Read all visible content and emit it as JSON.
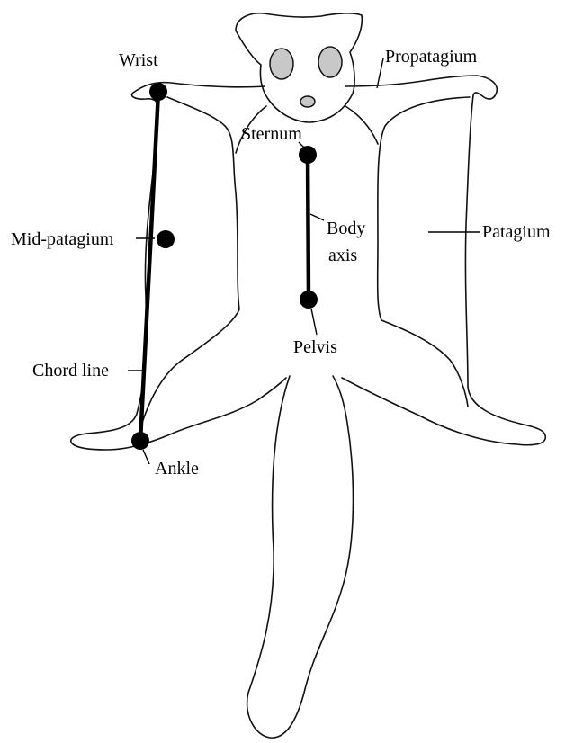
{
  "labels": {
    "wrist": "Wrist",
    "propatagium": "Propatagium",
    "sternum": "Sternum",
    "mid_patagium": "Mid-patagium",
    "body_axis_line1": "Body",
    "body_axis_line2": "axis",
    "patagium": "Patagium",
    "pelvis": "Pelvis",
    "chord_line": "Chord line",
    "ankle": "Ankle"
  },
  "colors": {
    "outline": "#111111",
    "eye_fill": "#c8c8c8",
    "landmark": "#000000",
    "background": "#ffffff"
  }
}
